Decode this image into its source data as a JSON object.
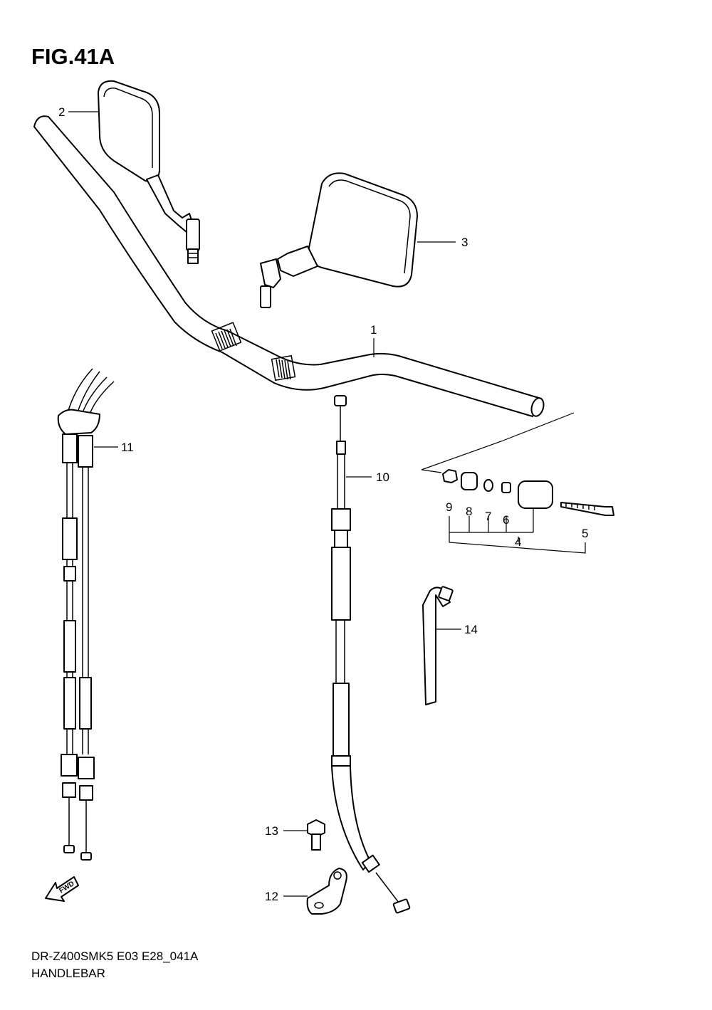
{
  "figure": {
    "title": "FIG.41A",
    "model_code": "DR-Z400SMK5 E03 E28_041A",
    "section_name": "HANDLEBAR"
  },
  "callouts": [
    {
      "id": "1",
      "label": "1"
    },
    {
      "id": "2",
      "label": "2"
    },
    {
      "id": "3",
      "label": "3"
    },
    {
      "id": "4",
      "label": "4"
    },
    {
      "id": "5",
      "label": "5"
    },
    {
      "id": "6",
      "label": "6"
    },
    {
      "id": "7",
      "label": "7"
    },
    {
      "id": "8",
      "label": "8"
    },
    {
      "id": "9",
      "label": "9"
    },
    {
      "id": "10",
      "label": "10"
    },
    {
      "id": "11",
      "label": "11"
    },
    {
      "id": "12",
      "label": "12"
    },
    {
      "id": "13",
      "label": "13"
    },
    {
      "id": "14",
      "label": "14"
    }
  ],
  "direction_marker": {
    "label": "FWD",
    "icon": "forward-arrow-icon"
  }
}
